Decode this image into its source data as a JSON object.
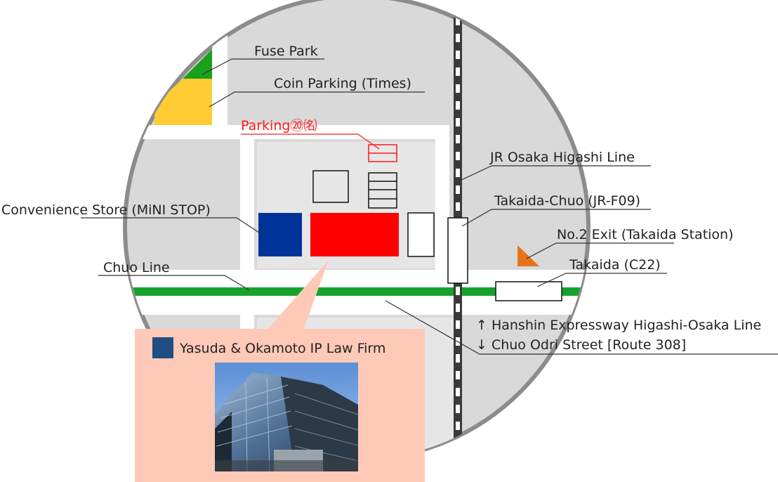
{
  "labels": {
    "fuse_park": "Fuse Park",
    "coin_parking": "Coin Parking (Times)",
    "parking": "Parking⑳㈴",
    "jr_line": "JR Osaka Higashi Line",
    "takaida_chuo": "Takaida-Chuo (JR-F09)",
    "convenience_store": "Convenience Store (MiNI STOP)",
    "no2_exit": "No.2 Exit (Takaida Station)",
    "chuo_line": "Chuo Line",
    "takaida": "Takaida (C22)",
    "hanshin": "↑ Hanshin Expressway Higashi-Osaka Line",
    "chuo_odri": "↓ Chuo Odri Street [Route 308]"
  },
  "firm": {
    "name": "Yasuda & Okamoto IP Law Firm"
  },
  "colors": {
    "map_circle": "#d9d9d9",
    "map_block": "#e6e6e6",
    "park_green": "#1aa01a",
    "coin_parking_yellow": "#ffcc33",
    "convenience_store_blue": "#003399",
    "firm_building_red": "#ff0000",
    "chuo_line_green": "#17a32b",
    "exit_marker_orange": "#e8731a",
    "callout_pink": "#ffc9b8",
    "firm_icon_blue": "#1f4e82"
  }
}
